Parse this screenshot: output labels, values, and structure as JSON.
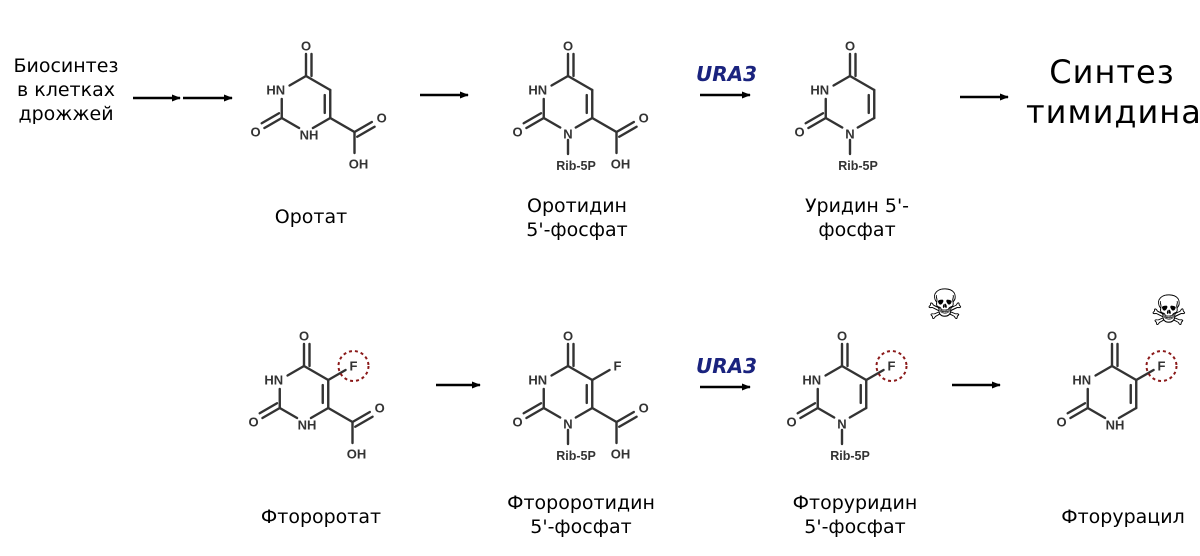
{
  "top": {
    "intro": [
      "Биосинтез",
      "в клетках",
      "дрожжей"
    ],
    "orotate": {
      "name": "Оротат"
    },
    "omp": {
      "name": [
        "Оротидин",
        "5'-фосфат"
      ]
    },
    "ump": {
      "name": [
        "Уридин 5'-",
        "фосфат"
      ]
    },
    "thymidine": [
      "Синтез",
      "тимидина"
    ]
  },
  "bottom": {
    "fluoroorotate": {
      "name": "Фтороротат"
    },
    "fomp": {
      "name": [
        "Фтороротидин",
        "5'-фосфат"
      ]
    },
    "fump": {
      "name": [
        "Фторуридин",
        "5'-фосфат"
      ]
    },
    "fluorouracil": {
      "name": "Фторурацил"
    }
  },
  "enzyme_label": "URA3",
  "atoms": {
    "O": "O",
    "HN": "HN",
    "NH": "NH",
    "N": "N",
    "OH": "OH",
    "F": "F",
    "ribose": "Rib-5P"
  },
  "icons": {
    "toxic": "skull-crossbones-icon"
  },
  "colors": {
    "enzyme": "#1a237e",
    "highlight": "#8b1a1a",
    "bond": "#333333"
  }
}
